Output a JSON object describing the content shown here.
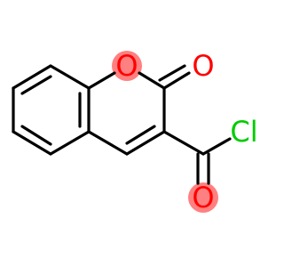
{
  "molecule": {
    "atoms": {
      "ring_oxygen": {
        "symbol": "O",
        "color": "#ff0000",
        "highlight": "#ff8080"
      },
      "carbonyl_oxygen": {
        "symbol": "O",
        "color": "#ff0000"
      },
      "acyl_oxygen": {
        "symbol": "O",
        "color": "#ff0000",
        "highlight": "#ff8080"
      },
      "chlorine": {
        "symbol": "Cl",
        "color": "#00cc00"
      }
    }
  }
}
